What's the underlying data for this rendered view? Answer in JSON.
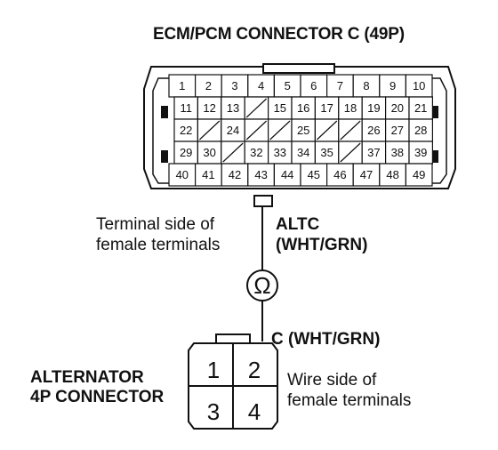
{
  "title": "ECM/PCM CONNECTOR C (49P)",
  "connector_c": {
    "rows": [
      [
        "1",
        "2",
        "3",
        "4",
        "5",
        "6",
        "7",
        "8",
        "9",
        "10"
      ],
      [
        "11",
        "12",
        "13",
        "",
        "15",
        "16",
        "17",
        "18",
        "19",
        "20",
        "21"
      ],
      [
        "22",
        "",
        "24",
        "",
        "",
        "25",
        "",
        "",
        "26",
        "27",
        "28"
      ],
      [
        "29",
        "30",
        "",
        "32",
        "33",
        "34",
        "35",
        "",
        "37",
        "38",
        "39"
      ],
      [
        "40",
        "41",
        "42",
        "43",
        "44",
        "45",
        "46",
        "47",
        "48",
        "49"
      ]
    ]
  },
  "terminal_side_label": [
    "Terminal side of",
    "female terminals"
  ],
  "altc_label": [
    "ALTC",
    "(WHT/GRN)"
  ],
  "meter_symbol": "Ω",
  "c_label": "C (WHT/GRN)",
  "alternator_label": [
    "ALTERNATOR",
    "4P CONNECTOR"
  ],
  "alternator_pins": [
    "1",
    "2",
    "3",
    "4"
  ],
  "wire_side_label": [
    "Wire side of",
    "female terminals"
  ]
}
